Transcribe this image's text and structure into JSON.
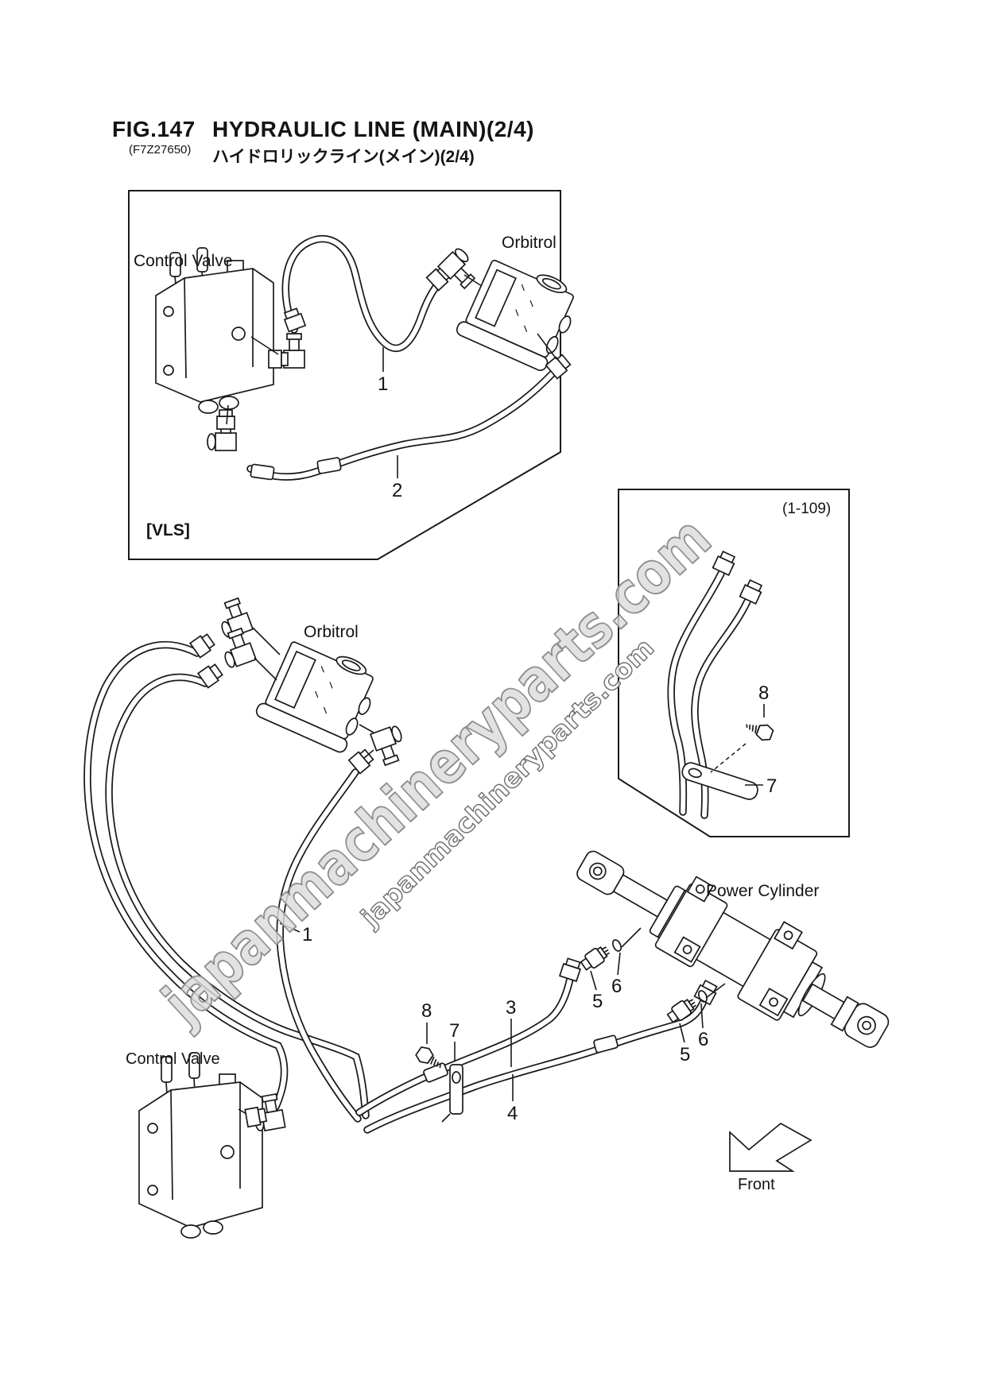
{
  "title": {
    "fig_no": "FIG.147",
    "part_code": "(F7Z27650)",
    "name_en": "HYDRAULIC LINE (MAIN)(2/4)",
    "name_jp": "ハイドロリックライン(メイン)(2/4)"
  },
  "vls": {
    "tag": "[VLS]",
    "control_valve": "Control Valve",
    "orbitrol": "Orbitrol",
    "c1": "1",
    "c2": "2"
  },
  "ref": {
    "tag": "(1-109)",
    "c7": "7",
    "c8": "8"
  },
  "main": {
    "orbitrol": "Orbitrol",
    "control_valve": "Control Valve",
    "power_cylinder": "Power Cylinder",
    "front": "Front",
    "c1": "1",
    "c3": "3",
    "c4": "4",
    "c5a": "5",
    "c5b": "5",
    "c6a": "6",
    "c6b": "6",
    "c7": "7",
    "c8": "8"
  },
  "watermarks": {
    "large": "japanmachineryparts.com",
    "small": "japanmachineryparts.com"
  },
  "colors": {
    "line": "#1a1a1a",
    "background": "#ffffff",
    "watermark_large_fill": "#dcdcdc",
    "watermark_large_stroke": "#8f8f8f",
    "watermark_small_fill": "#ffffff",
    "watermark_small_stroke": "#6e6e6e"
  }
}
